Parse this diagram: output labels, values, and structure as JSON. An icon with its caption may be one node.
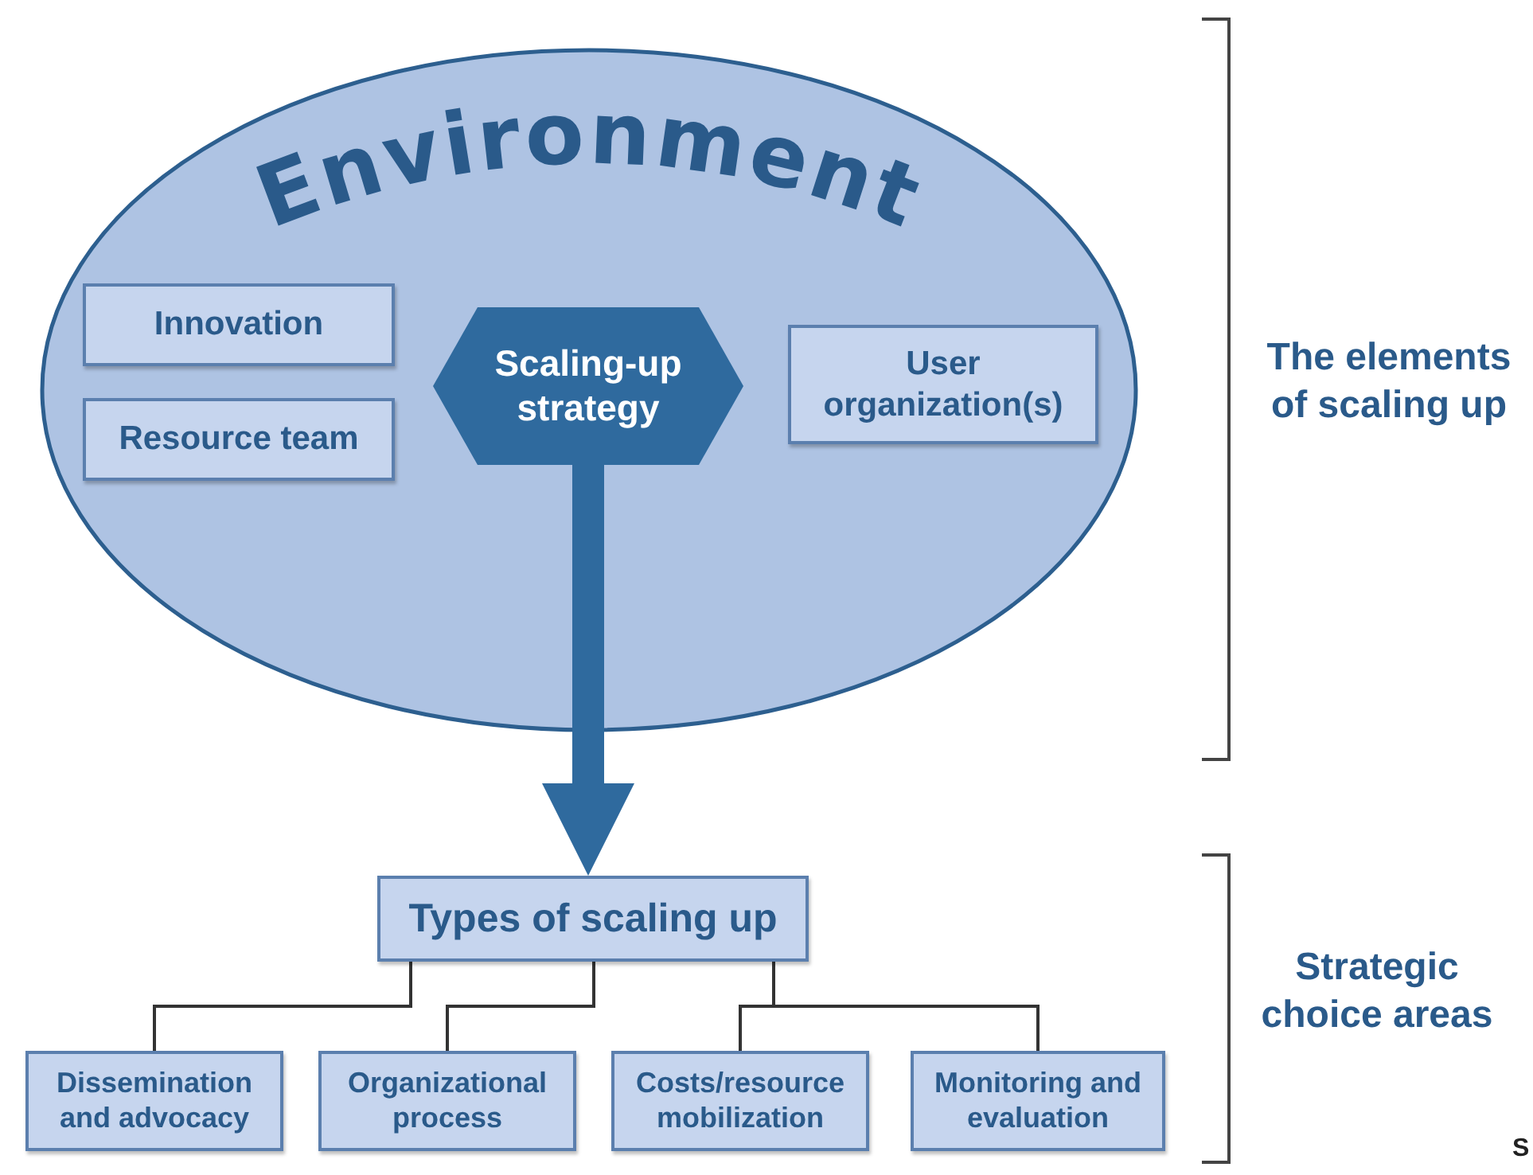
{
  "diagram": {
    "nodes": [
      {
        "text": [
          "Environment"
        ]
      },
      {
        "text": [
          "Innovation"
        ],
        "in": 0
      },
      {
        "text": [
          "Resource team"
        ],
        "in": 0
      },
      {
        "text": [
          "Scaling-up strategy"
        ],
        "in": 0
      },
      {
        "text": [
          "User organization(s)"
        ],
        "in": 0
      },
      {
        "text": [
          "Types of scaling up"
        ]
      },
      {
        "text": [
          "Dissemination and advocacy"
        ]
      },
      {
        "text": [
          "Organizational process"
        ]
      },
      {
        "text": [
          "Costs/resource mobilization"
        ]
      },
      {
        "text": [
          "Monitoring and evaluation"
        ]
      }
    ],
    "edges": [
      {
        "from": 3,
        "to": 5,
        "arrow": "to",
        "style": "thick",
        "color": "#2f6a9e"
      },
      {
        "from": 5,
        "to": 6,
        "arrow": "none"
      },
      {
        "from": 5,
        "to": 7,
        "arrow": "none"
      },
      {
        "from": 5,
        "to": 8,
        "arrow": "none"
      },
      {
        "from": 5,
        "to": 9,
        "arrow": "none"
      }
    ],
    "labels": [
      "The elements of scaling up",
      "Strategic choice areas",
      "S"
    ]
  }
}
